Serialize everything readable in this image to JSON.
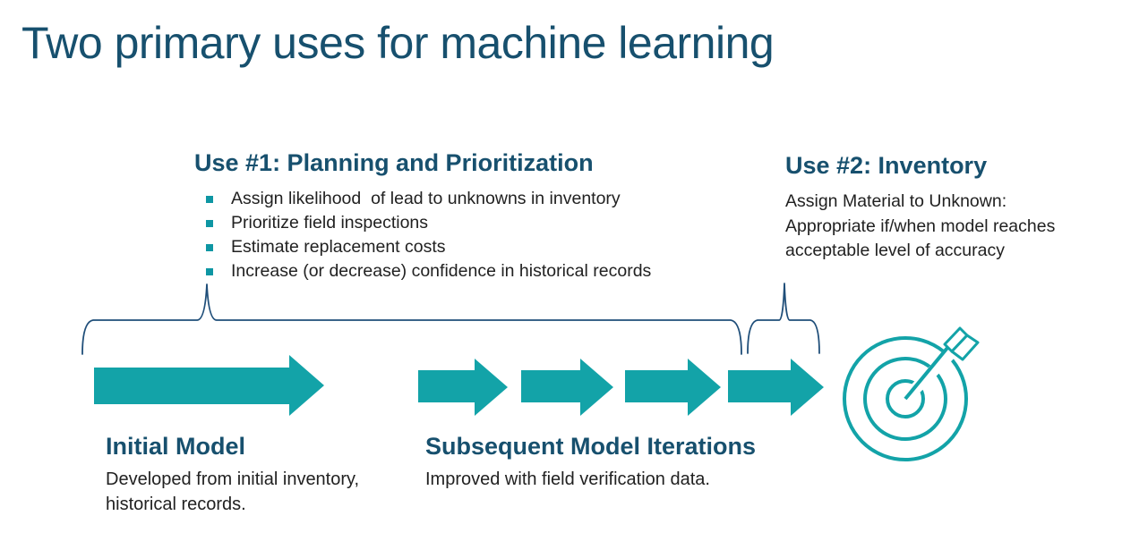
{
  "title": "Two primary uses for machine learning",
  "colors": {
    "background": "#FFFFFF",
    "teal": "#13A3A8",
    "bullet": "#0E96A3",
    "heading_blue": "#17506E",
    "brace_navy": "#1F4E79",
    "body_text": "#212121"
  },
  "use1": {
    "heading": "Use #1: Planning and Prioritization",
    "bullets": [
      "Assign likelihood  of lead to unknowns in inventory",
      "Prioritize field inspections",
      "Estimate replacement costs",
      "Increase (or decrease) confidence in historical records"
    ]
  },
  "use2": {
    "heading": "Use #2: Inventory",
    "lines": [
      "Assign Material to Unknown:",
      "Appropriate if/when model reaches",
      "acceptable level of accuracy"
    ]
  },
  "stages": [
    {
      "heading": "Initial Model",
      "lines": [
        "Developed from initial inventory,",
        "historical records."
      ]
    },
    {
      "heading": "Subsequent Model Iterations",
      "lines": [
        "Improved with field verification data."
      ]
    }
  ],
  "icons": {
    "flow_arrow": "arrow-right-icon",
    "brace": "curly-brace-icon",
    "bullet": "square-bullet-icon",
    "target": "bullseye-dart-icon"
  }
}
